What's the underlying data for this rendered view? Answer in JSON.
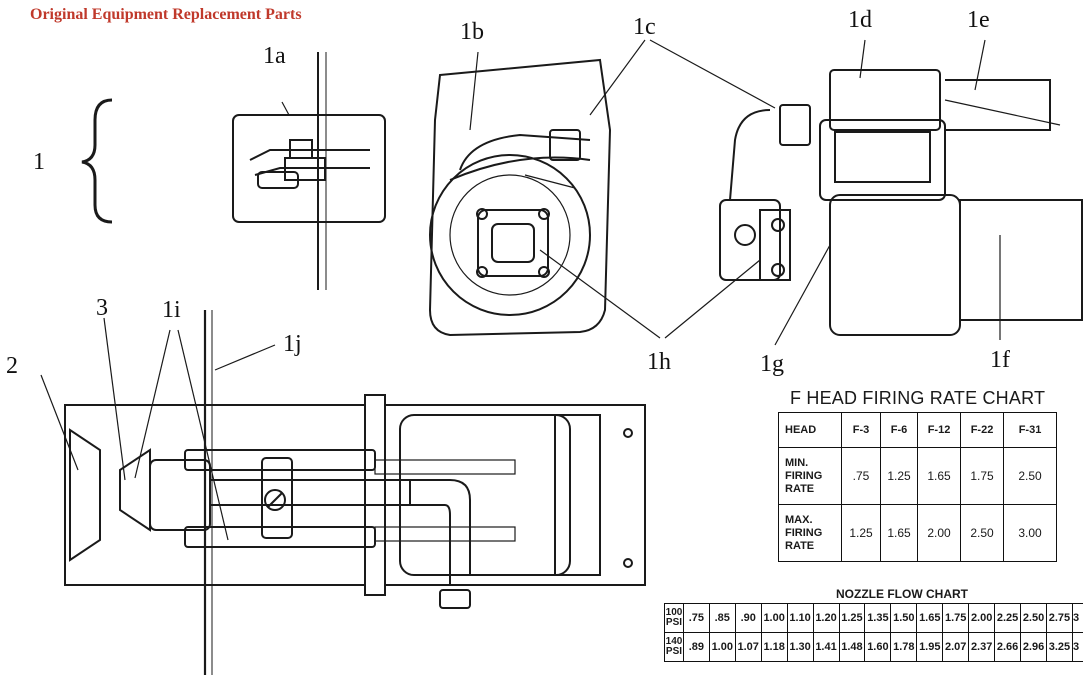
{
  "header": {
    "title": "Original Equipment Replacement Parts"
  },
  "callouts": {
    "c1": "1",
    "c1a": "1a",
    "c1b": "1b",
    "c1c": "1c",
    "c1d": "1d",
    "c1e": "1e",
    "c1f": "1f",
    "c1g": "1g",
    "c1h": "1h",
    "c1i": "1i",
    "c1j": "1j",
    "c2": "2",
    "c3": "3"
  },
  "firing_chart": {
    "title": "F HEAD FIRING RATE CHART",
    "headers": [
      "HEAD",
      "F-3",
      "F-6",
      "F-12",
      "F-22",
      "F-31"
    ],
    "rows": [
      {
        "label": [
          "MIN.",
          "FIRING",
          "RATE"
        ],
        "values": [
          ".75",
          "1.25",
          "1.65",
          "1.75",
          "2.50"
        ]
      },
      {
        "label": [
          "MAX.",
          "FIRING",
          "RATE"
        ],
        "values": [
          "1.25",
          "1.65",
          "2.00",
          "2.50",
          "3.00"
        ]
      }
    ]
  },
  "nozzle_chart": {
    "title": "NOZZLE FLOW CHART",
    "rows": [
      {
        "psi": [
          "100",
          "PSI"
        ],
        "values": [
          ".75",
          ".85",
          ".90",
          "1.00",
          "1.10",
          "1.20",
          "1.25",
          "1.35",
          "1.50",
          "1.65",
          "1.75",
          "2.00",
          "2.25",
          "2.50",
          "2.75",
          "3"
        ]
      },
      {
        "psi": [
          "140",
          "PSI"
        ],
        "values": [
          ".89",
          "1.00",
          "1.07",
          "1.18",
          "1.30",
          "1.41",
          "1.48",
          "1.60",
          "1.78",
          "1.95",
          "2.07",
          "2.37",
          "2.66",
          "2.96",
          "3.25",
          "3"
        ]
      }
    ]
  }
}
